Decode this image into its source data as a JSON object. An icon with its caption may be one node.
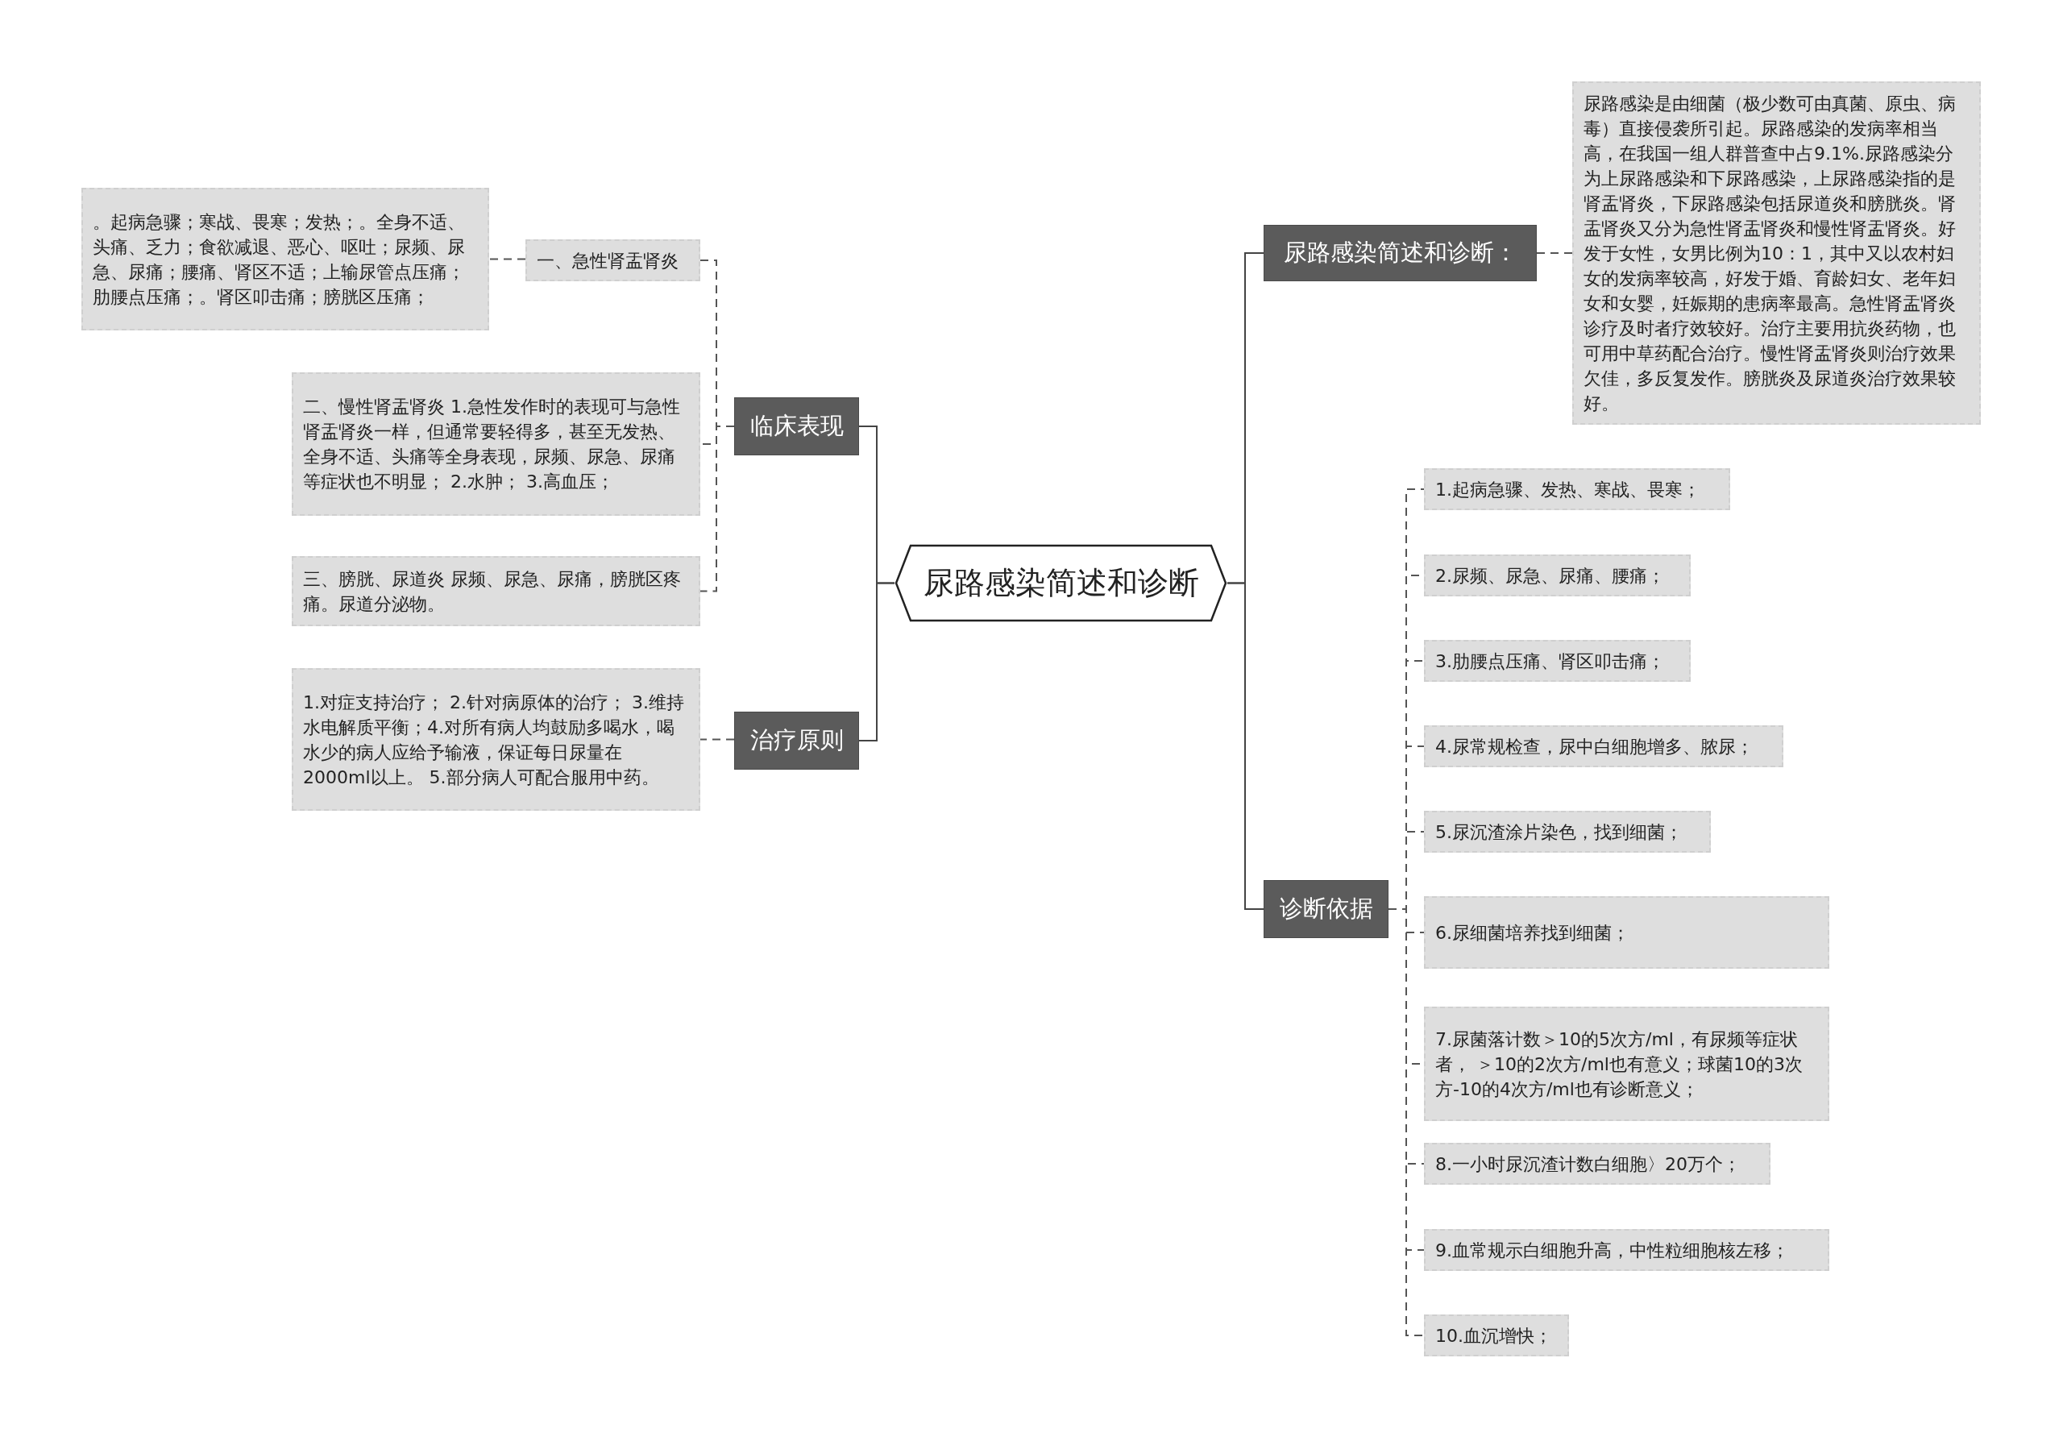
{
  "diagram": {
    "nodes": [
      {
        "text": [
          "尿路感染简述和诊断"
        ]
      },
      {
        "text": [
          "临床表现"
        ]
      },
      {
        "text": [
          "一、急性肾盂肾炎"
        ]
      },
      {
        "text": [
          "。起病急骤；寒战、畏寒；发热；。全身不适、头痛、乏力；食欲减退、恶心、呕吐；尿频、尿急、尿痛；腰痛、肾区不适；上输尿管点压痛；肋腰点压痛；。肾区叩击痛；膀胱区压痛；"
        ]
      },
      {
        "text": [
          "二、慢性肾盂肾炎 1.急性发作时的表现可与急性肾盂肾炎一样，但通常要轻得多，甚至无发热、全身不适、头痛等全身表现，尿频、尿急、尿痛等症状也不明显； 2.水肿； 3.高血压；"
        ]
      },
      {
        "text": [
          "三、膀胱、尿道炎 尿频、尿急、尿痛，膀胱区疼痛。尿道分泌物。"
        ]
      },
      {
        "text": [
          "治疗原则"
        ]
      },
      {
        "text": [
          "1.对症支持治疗； 2.针对病原体的治疗； 3.维持水电解质平衡；4.对所有病人均鼓励多喝水，喝水少的病人应给予输液，保证每日尿量在2000ml以上。 5.部分病人可配合服用中药。"
        ]
      },
      {
        "text": [
          "尿路感染简述和诊断："
        ]
      },
      {
        "text": [
          "尿路感染是由细菌（极少数可由真菌、原虫、病毒）直接侵袭所引起。尿路感染的发病率相当高，在我国一组人群普查中占9.1%.尿路感染分为上尿路感染和下尿路感染，上尿路感染指的是肾盂肾炎，下尿路感染包括尿道炎和膀胱炎。肾盂肾炎又分为急性肾盂肾炎和慢性肾盂肾炎。好发于女性，女男比例为10：1，其中又以农村妇女的发病率较高，好发于婚、育龄妇女、老年妇女和女婴，妊娠期的患病率最高。急性肾盂肾炎诊疗及时者疗效较好。治疗主要用抗炎药物，也可用中草药配合治疗。慢性肾盂肾炎则治疗效果欠佳，多反复发作。膀胱炎及尿道炎治疗效果较好。"
        ]
      },
      {
        "text": [
          "诊断依据"
        ]
      },
      {
        "text": [
          "1.起病急骤、发热、寒战、畏寒；"
        ]
      },
      {
        "text": [
          "2.尿频、尿急、尿痛、腰痛；"
        ]
      },
      {
        "text": [
          "3.肋腰点压痛、肾区叩击痛；"
        ]
      },
      {
        "text": [
          "4.尿常规检查，尿中白细胞增多、脓尿；"
        ]
      },
      {
        "text": [
          "5.尿沉渣涂片染色，找到细菌；"
        ]
      },
      {
        "text": [
          "6.尿细菌培养找到细菌；"
        ]
      },
      {
        "text": [
          "7.尿菌落计数＞10的5次方/ml，有尿频等症状者， ＞10的2次方/ml也有意义；球菌10的3次方-10的4次方/ml也有诊断意义；"
        ]
      },
      {
        "text": [
          "8.一小时尿沉渣计数白细胞〉20万个；"
        ]
      },
      {
        "text": [
          "9.血常规示白细胞升高，中性粒细胞核左移；"
        ]
      },
      {
        "text": [
          "10.血沉增快；"
        ]
      }
    ],
    "edges": [
      {
        "from": 0,
        "to": 1,
        "arrow": "none"
      },
      {
        "from": 1,
        "to": 2,
        "arrow": "none",
        "style": "dashed"
      },
      {
        "from": 2,
        "to": 3,
        "arrow": "none",
        "style": "dashed"
      },
      {
        "from": 1,
        "to": 4,
        "arrow": "none",
        "style": "dashed"
      },
      {
        "from": 1,
        "to": 5,
        "arrow": "none",
        "style": "dashed"
      },
      {
        "from": 0,
        "to": 6,
        "arrow": "none"
      },
      {
        "from": 6,
        "to": 7,
        "arrow": "none",
        "style": "dashed"
      },
      {
        "from": 0,
        "to": 8,
        "arrow": "none"
      },
      {
        "from": 8,
        "to": 9,
        "arrow": "none",
        "style": "dashed"
      },
      {
        "from": 0,
        "to": 10,
        "arrow": "none"
      },
      {
        "from": 10,
        "to": 11,
        "arrow": "none",
        "style": "dashed"
      },
      {
        "from": 10,
        "to": 12,
        "arrow": "none",
        "style": "dashed"
      },
      {
        "from": 10,
        "to": 13,
        "arrow": "none",
        "style": "dashed"
      },
      {
        "from": 10,
        "to": 14,
        "arrow": "none",
        "style": "dashed"
      },
      {
        "from": 10,
        "to": 15,
        "arrow": "none",
        "style": "dashed"
      },
      {
        "from": 10,
        "to": 16,
        "arrow": "none",
        "style": "dashed"
      },
      {
        "from": 10,
        "to": 17,
        "arrow": "none",
        "style": "dashed"
      },
      {
        "from": 10,
        "to": 18,
        "arrow": "none",
        "style": "dashed"
      },
      {
        "from": 10,
        "to": 19,
        "arrow": "none",
        "style": "dashed"
      },
      {
        "from": 10,
        "to": 20,
        "arrow": "none",
        "style": "dashed"
      }
    ]
  }
}
